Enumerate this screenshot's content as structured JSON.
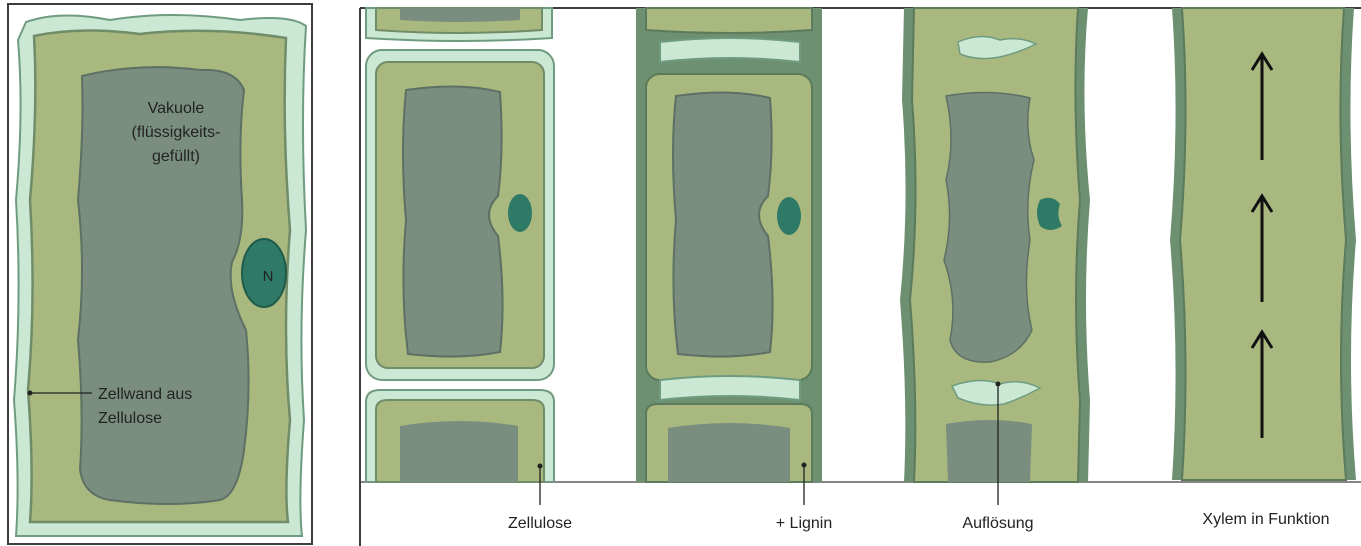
{
  "colors": {
    "background": "#ffffff",
    "frame": "#3d3d3d",
    "cell_outer_light": "#cbe8d4",
    "cell_outer_stroke": "#6f9c80",
    "cytoplasm": "#a9b87f",
    "cytoplasm_stroke": "#718c68",
    "vacuole": "#7a8e80",
    "vacuole_stroke": "#5c7064",
    "nucleus": "#2f7a66",
    "lignin_wall": "#6d9070",
    "xylem_lumen": "#a9b87f"
  },
  "left_panel": {
    "vacuole_label_1": "Vakuole",
    "vacuole_label_2": "(flüssigkeits-",
    "vacuole_label_3": "gefüllt)",
    "nucleus_label": "N",
    "wall_label_1": "Zellwand aus",
    "wall_label_2": "Zellulose"
  },
  "stages": {
    "stage1_label": "Zellulose",
    "stage2_label": "+ Lignin",
    "stage3_label": "Auflösung",
    "stage4_label": "Xylem in Funktion"
  },
  "icons": {
    "flow_arrow": "up-arrow-icon"
  }
}
